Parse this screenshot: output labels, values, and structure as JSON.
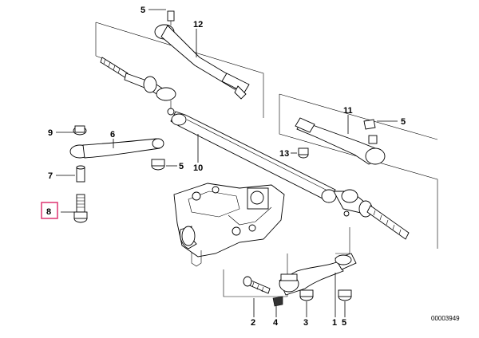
{
  "diagram": {
    "callouts": {
      "c1": "1",
      "c2": "2",
      "c3": "3",
      "c4": "4",
      "c5a": "5",
      "c5b": "5",
      "c5c": "5",
      "c5d": "5",
      "c6": "6",
      "c7": "7",
      "c8": "8",
      "c9": "9",
      "c10": "10",
      "c11": "11",
      "c12": "12",
      "c13": "13"
    },
    "highlighted_callout": "8",
    "highlight_color": "#e0407a",
    "catalog_number": "00003949"
  }
}
